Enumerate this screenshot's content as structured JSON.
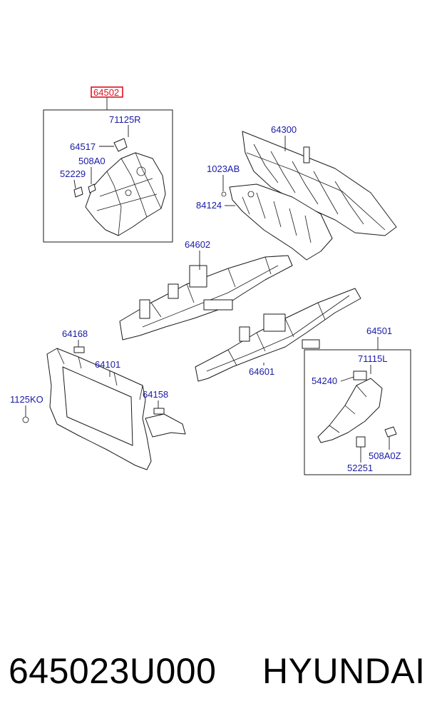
{
  "labels": {
    "l64502": "64502",
    "l71125R": "71125R",
    "l64517": "64517",
    "l508A0": "508A0",
    "l52229": "52229",
    "l64300": "64300",
    "l1023AB": "1023AB",
    "l84124": "84124",
    "l64602": "64602",
    "l64168": "64168",
    "l64101": "64101",
    "l1125KO": "1125KO",
    "l64158": "64158",
    "l64601": "64601",
    "l64501": "64501",
    "l71115L": "71115L",
    "l54240": "54240",
    "l508A0Z": "508A0Z",
    "l52251": "52251"
  },
  "highlight_color": "#e0101e",
  "label_color": "#1a1aa6",
  "footer": {
    "part_number": "645023U000",
    "brand": "HYUNDAI"
  }
}
